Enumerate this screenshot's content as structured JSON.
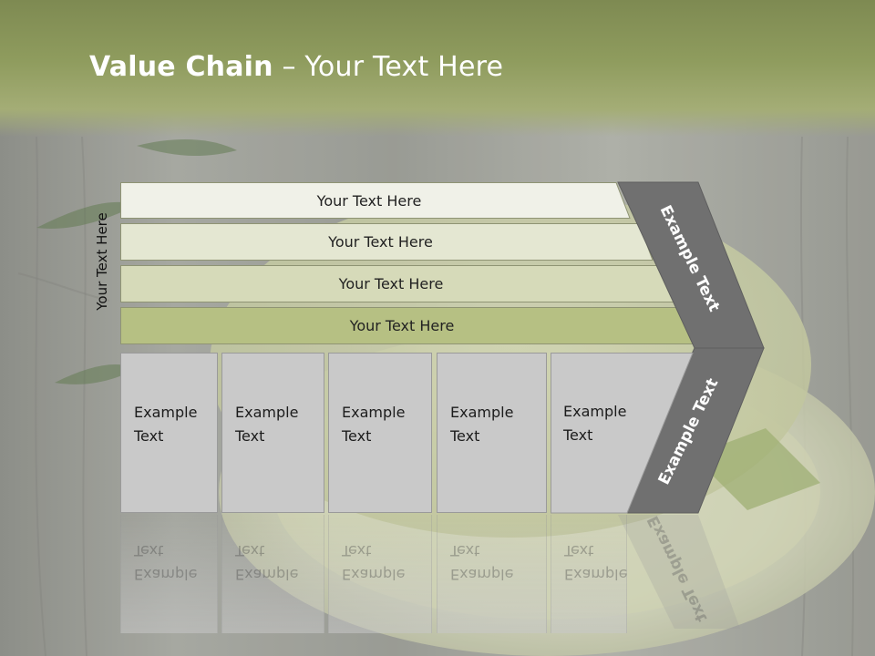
{
  "title": {
    "bold": "Value Chain",
    "rest": " – Your Text Here"
  },
  "vertical_label": "Your Text Here",
  "rows": [
    {
      "label": "Your Text Here",
      "fill": "#f0f1e8"
    },
    {
      "label": "Your Text Here",
      "fill": "#e4e7d2"
    },
    {
      "label": "Your Text Here",
      "fill": "#d6dab9"
    },
    {
      "label": "Your Text Here",
      "fill": "#b6c083"
    }
  ],
  "boxes": [
    {
      "line1": "Example",
      "line2": "Text"
    },
    {
      "line1": "Example",
      "line2": "Text"
    },
    {
      "line1": "Example",
      "line2": "Text"
    },
    {
      "line1": "Example",
      "line2": "Text"
    },
    {
      "line1": "Example",
      "line2": "Text"
    }
  ],
  "chevron": {
    "upper_label": "Example Text",
    "lower_label": "Example Text"
  },
  "colors": {
    "chevron": "#707070",
    "title_band": "#8f9c5e",
    "box": "#c9c9c9"
  }
}
